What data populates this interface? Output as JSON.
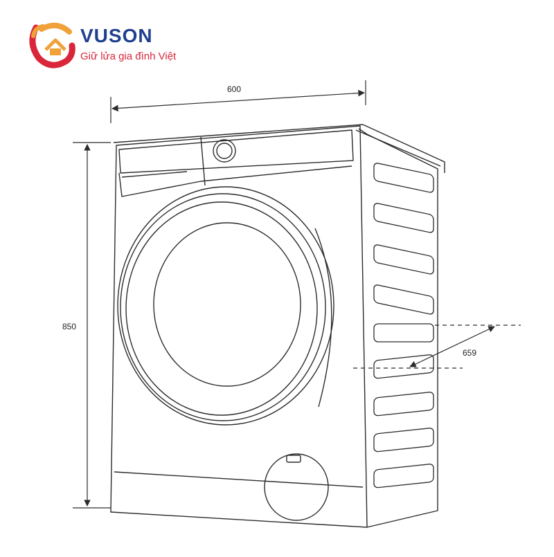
{
  "brand": {
    "name": "VUSON",
    "tagline": "Giữ lửa gia đình Việt",
    "colors": {
      "blue": "#1f3f8f",
      "red": "#d9263a",
      "orange": "#f0a13a"
    },
    "icon": "house-heart-logo-icon"
  },
  "dimensions": {
    "width": "600",
    "height": "850",
    "depth": "659"
  },
  "drawing": {
    "line_color": "#2b2b2b"
  }
}
